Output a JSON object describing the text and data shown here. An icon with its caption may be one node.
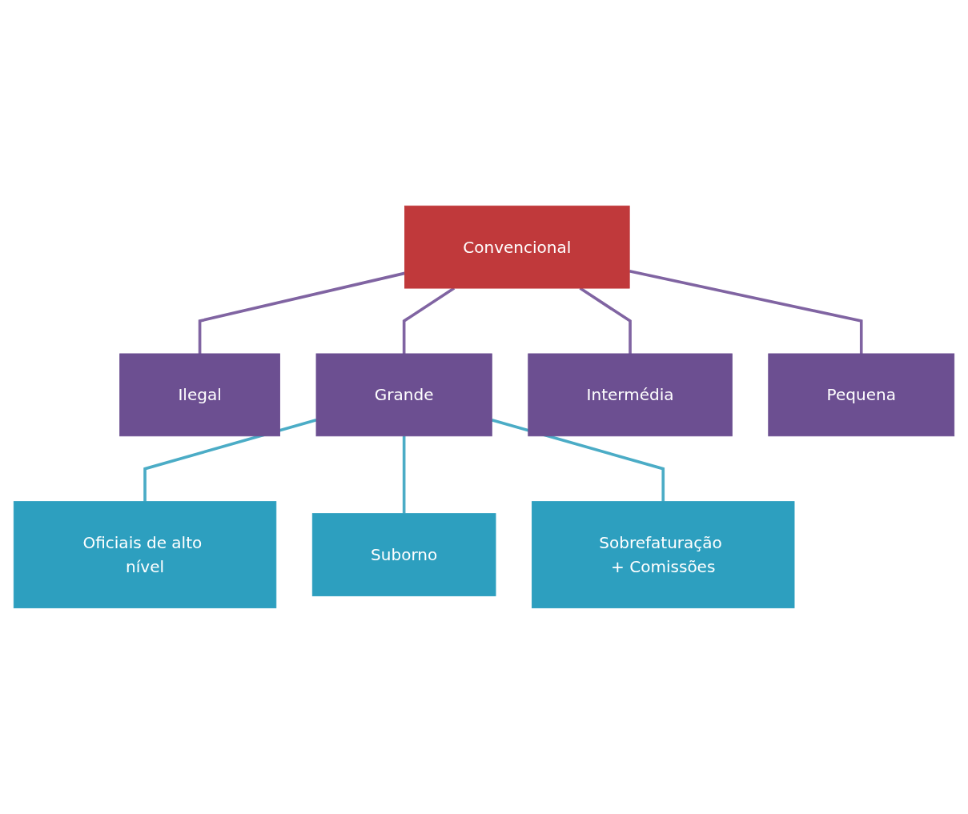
{
  "diagram": {
    "nodes": [
      {
        "text": [
          "Convencional"
        ]
      },
      {
        "text": [
          "Ilegal"
        ]
      },
      {
        "text": [
          "Grande"
        ]
      },
      {
        "text": [
          "Intermédia"
        ]
      },
      {
        "text": [
          "Pequena"
        ]
      },
      {
        "text": [
          "Oficiais de alto nível"
        ]
      },
      {
        "text": [
          "Suborno"
        ]
      },
      {
        "text": [
          "Sobrefaturação + Comissões"
        ]
      }
    ],
    "edges": [
      {
        "from": 0,
        "to": 1,
        "arrow": "none"
      },
      {
        "from": 0,
        "to": 2,
        "arrow": "none"
      },
      {
        "from": 0,
        "to": 3,
        "arrow": "none"
      },
      {
        "from": 0,
        "to": 4,
        "arrow": "none"
      },
      {
        "from": 2,
        "to": 5,
        "arrow": "none",
        "color": "#4bacc6"
      },
      {
        "from": 2,
        "to": 6,
        "arrow": "none",
        "color": "#4bacc6"
      },
      {
        "from": 2,
        "to": 7,
        "arrow": "none",
        "color": "#4bacc6"
      }
    ]
  }
}
